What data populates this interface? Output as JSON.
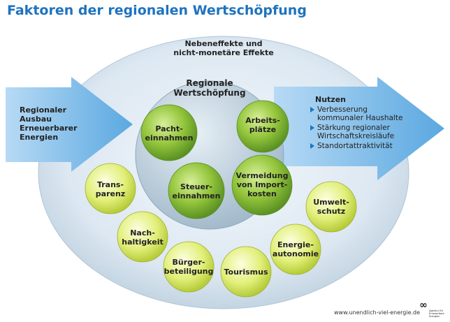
{
  "title": "Faktoren der regionalen Wertschöpfung",
  "outer_ring_label": "Nebeneffekte und\nnicht-monetäre Effekte",
  "center_label": "Regionale\nWertschöpfung",
  "left_arrow_label": "Regionaler\nAusbau\nErneuerbarer\nEnergien",
  "nutzen": {
    "heading": "Nutzen",
    "items": [
      "Verbesserung\nkommunaler Haushalte",
      "Stärkung regionaler\nWirtschaftskreisläufe",
      "Standortattraktivität"
    ]
  },
  "inner_factors": [
    "Pacht-\neinnahmen",
    "Arbeits-\nplätze",
    "Steuer-\neinnahmen",
    "Vermeidung\nvon Import-\nkosten"
  ],
  "outer_factors": [
    "Trans-\nparenz",
    "Nach-\nhaltigkeit",
    "Bürger-\nbeteiligung",
    "Tourismus",
    "Energie-\nautonomie",
    "Umwelt-\nschutz"
  ],
  "footer": "www.unendlich-viel-energie.de",
  "logo": {
    "mark": "∞",
    "text": "Agentur für\nErneuerbare\nEnergien"
  },
  "colors": {
    "title": "#1e73be",
    "arrow": "#8ec2ec",
    "ring": "#d4e2ee",
    "core": "#b9cddc",
    "ball_dark": "#6aa82a",
    "ball_light": "#dbe866"
  }
}
